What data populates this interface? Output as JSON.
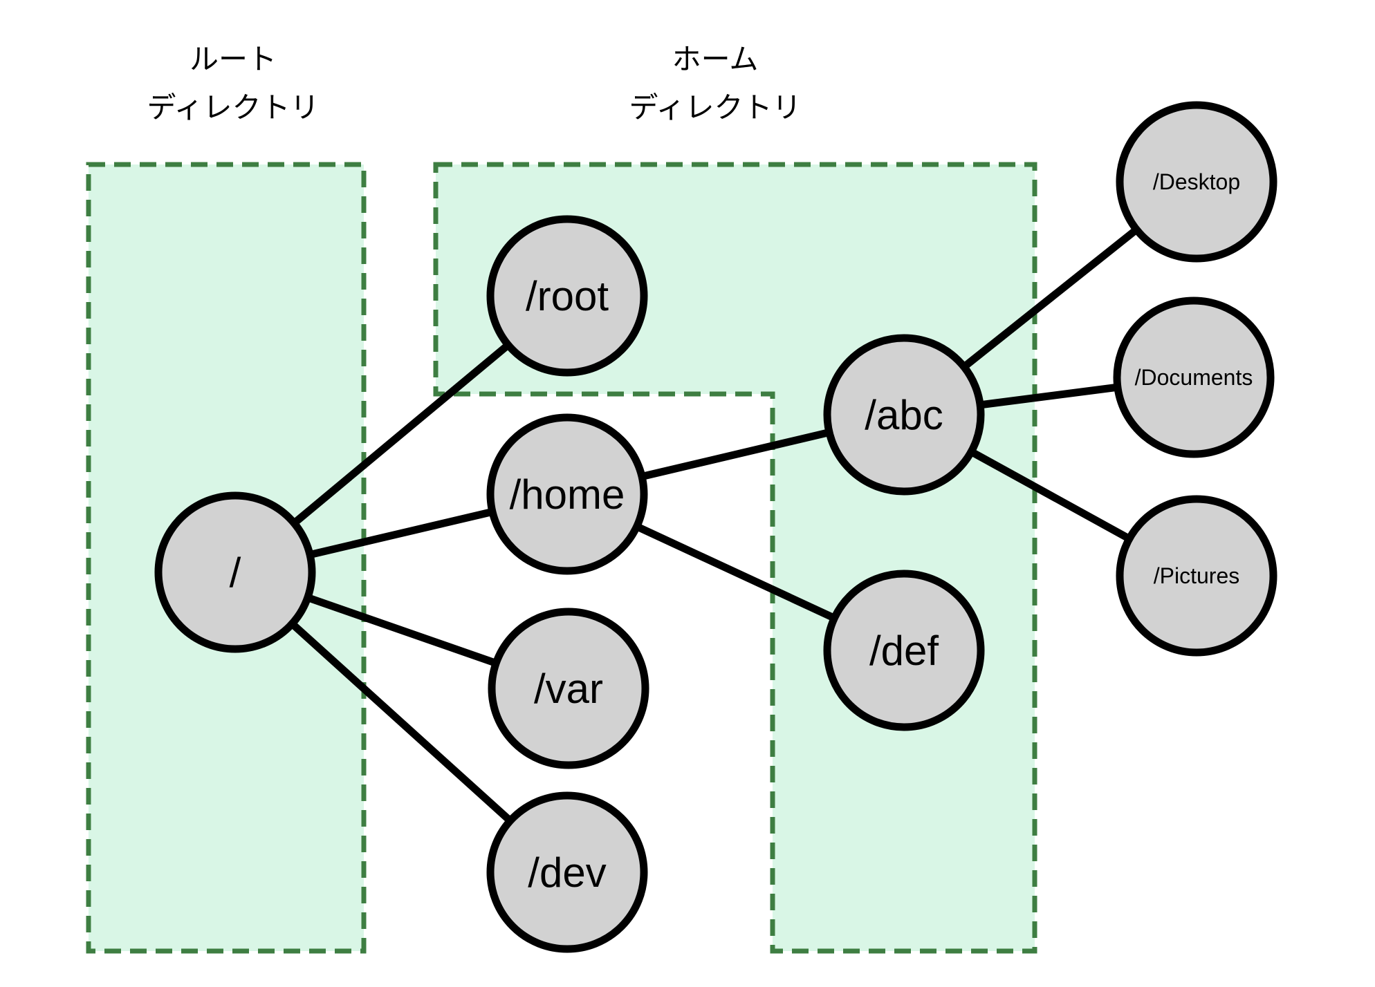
{
  "diagram": {
    "title_semantics": "Linux filesystem directory tree",
    "colors": {
      "region_fill": "#d9f6e6",
      "region_stroke": "#3e7e42",
      "node_fill": "#d2d2d2",
      "node_stroke": "#000000",
      "edge_stroke": "#000000",
      "background": "#ffffff"
    },
    "regions": [
      {
        "id": "root-directory",
        "label_line1": "ルート",
        "label_line2": "ディレクトリ"
      },
      {
        "id": "home-directory",
        "label_line1": "ホーム",
        "label_line2": "ディレクトリ"
      }
    ],
    "nodes": [
      {
        "id": "root",
        "label": "/"
      },
      {
        "id": "root-dir",
        "label": "/root"
      },
      {
        "id": "home",
        "label": "/home"
      },
      {
        "id": "var",
        "label": "/var"
      },
      {
        "id": "dev",
        "label": "/dev"
      },
      {
        "id": "abc",
        "label": "/abc"
      },
      {
        "id": "def",
        "label": "/def"
      },
      {
        "id": "desktop",
        "label": "/Desktop"
      },
      {
        "id": "documents",
        "label": "/Documents"
      },
      {
        "id": "pictures",
        "label": "/Pictures"
      }
    ],
    "edges": [
      {
        "from": "/",
        "to": "/root"
      },
      {
        "from": "/",
        "to": "/home"
      },
      {
        "from": "/",
        "to": "/var"
      },
      {
        "from": "/",
        "to": "/dev"
      },
      {
        "from": "/home",
        "to": "/abc"
      },
      {
        "from": "/home",
        "to": "/def"
      },
      {
        "from": "/abc",
        "to": "/Desktop"
      },
      {
        "from": "/abc",
        "to": "/Documents"
      },
      {
        "from": "/abc",
        "to": "/Pictures"
      }
    ]
  }
}
